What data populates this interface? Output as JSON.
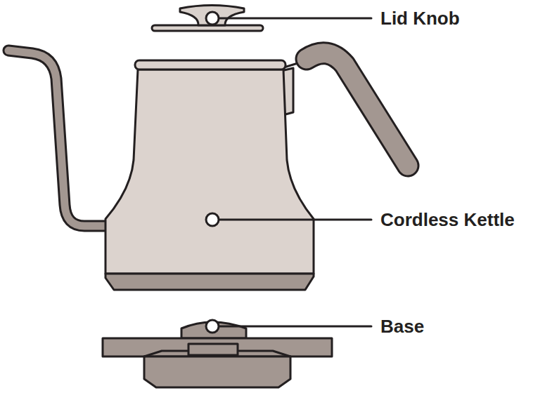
{
  "diagram": {
    "labels": [
      "Lid Knob",
      "Cordless Kettle",
      "Base"
    ]
  }
}
